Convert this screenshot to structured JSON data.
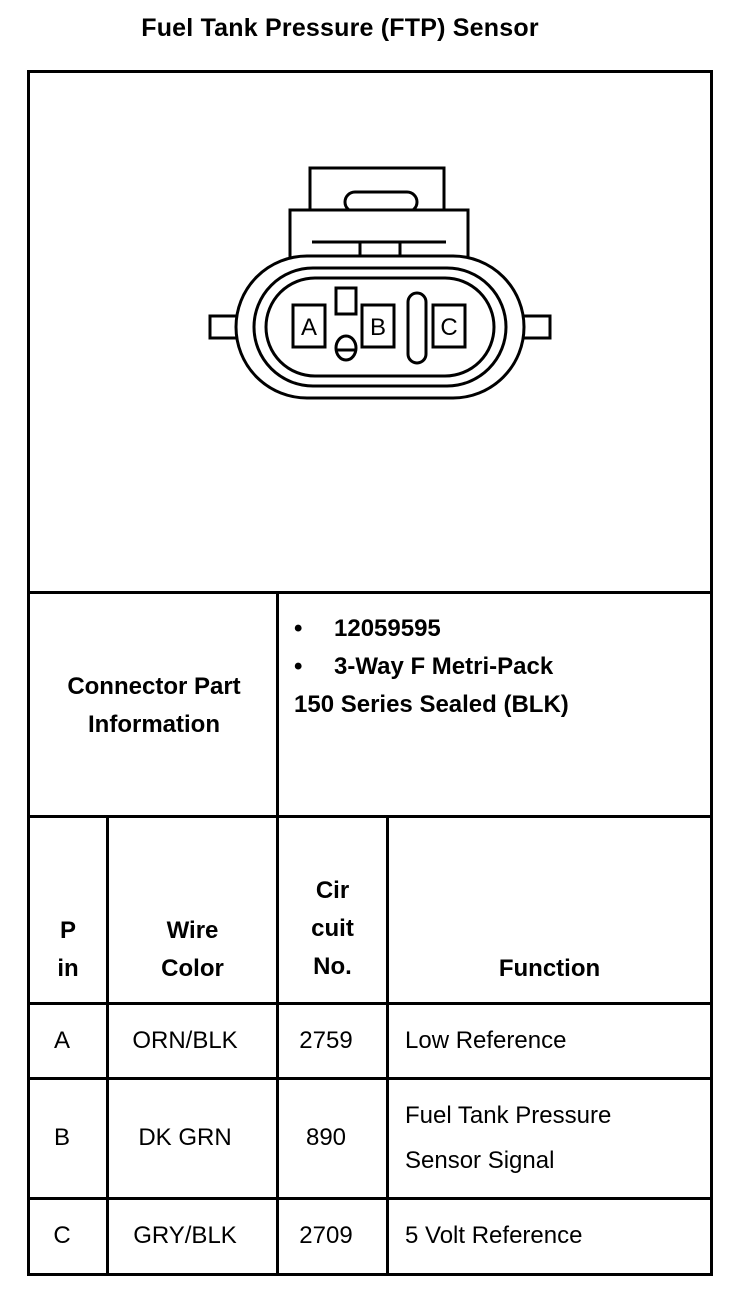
{
  "title": "Fuel Tank Pressure (FTP) Sensor",
  "connector_view": {
    "cavity_labels": [
      "A",
      "B",
      "C"
    ]
  },
  "connector_part": {
    "label_line1": "Connector Part",
    "label_line2": "Information",
    "bullet": "•",
    "part_number": "12059595",
    "description_line1": "3-Way F Metri-Pack",
    "description_line2": "150 Series Sealed (BLK)"
  },
  "table": {
    "headers": {
      "pin": [
        "P",
        "in"
      ],
      "wire_color": [
        "Wire",
        "Color"
      ],
      "circuit": [
        "Cir",
        "cuit",
        "No."
      ],
      "function": "Function"
    },
    "rows": [
      {
        "pin": "A",
        "wire_color": "ORN/BLK",
        "circuit": "2759",
        "function": [
          "Low Reference"
        ]
      },
      {
        "pin": "B",
        "wire_color": "DK GRN",
        "circuit": "890",
        "function": [
          "Fuel Tank Pressure",
          "Sensor Signal"
        ]
      },
      {
        "pin": "C",
        "wire_color": "GRY/BLK",
        "circuit": "2709",
        "function": [
          "5 Volt Reference"
        ]
      }
    ]
  }
}
